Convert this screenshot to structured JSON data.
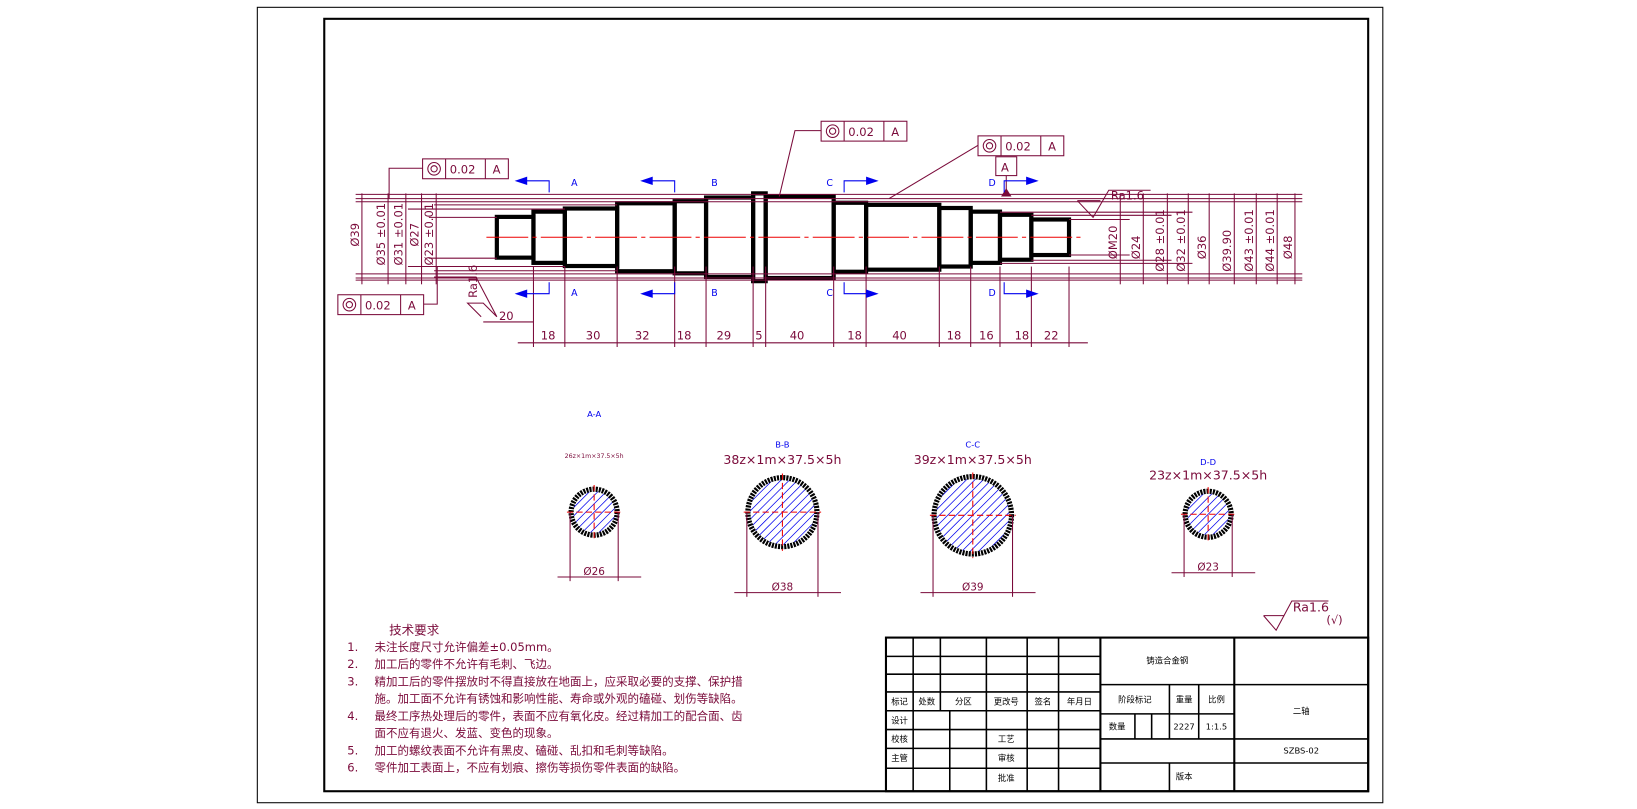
{
  "drawing": {
    "fcf": [
      {
        "symbol": "concentricity-icon",
        "tolerance": "0.02",
        "datum": "A"
      },
      {
        "symbol": "concentricity-icon",
        "tolerance": "0.02",
        "datum": "A"
      },
      {
        "symbol": "concentricity-icon",
        "tolerance": "0.02",
        "datum": "A"
      },
      {
        "symbol": "concentricity-icon",
        "tolerance": "0.02",
        "datum": "A"
      }
    ],
    "datum_label": "A",
    "section_marks": [
      "A",
      "B",
      "C",
      "D"
    ],
    "length_dims": [
      "18",
      "30",
      "32",
      "18",
      "29",
      "5",
      "40",
      "18",
      "40",
      "18",
      "16",
      "18",
      "22"
    ],
    "left_dims": [
      "Ø39",
      "Ø35 ±0.01",
      "Ø31 ±0.01",
      "Ø27",
      "Ø23 ±0.01"
    ],
    "right_dims": [
      "ØM20",
      "Ø24",
      "Ø28 ±0.01",
      "Ø32 ±0.01",
      "Ø36",
      "Ø39.90",
      "Ø43 ±0.01",
      "Ø44 ±0.01",
      "Ø48"
    ],
    "roughness_left": "Ra1.6",
    "roughness_left_dim": "20",
    "roughness_right": "Ra1.6",
    "general_roughness": "Ra1.6",
    "general_roughness_note": "(√)",
    "sections": [
      {
        "title": "A-A",
        "spec": "26z×1m×37.5×5h",
        "dia": "Ø26"
      },
      {
        "title": "B-B",
        "spec": "38z×1m×37.5×5h",
        "dia": "Ø38"
      },
      {
        "title": "C-C",
        "spec": "39z×1m×37.5×5h",
        "dia": "Ø39"
      },
      {
        "title": "D-D",
        "spec": "23z×1m×37.5×5h",
        "dia": "Ø23"
      }
    ]
  },
  "requirements": {
    "title": "技术要求",
    "lines": [
      {
        "num": "1.",
        "text": "未注长度尺寸允许偏差±0.05mm。"
      },
      {
        "num": "2.",
        "text": "加工后的零件不允许有毛刺、飞边。"
      },
      {
        "num": "3.",
        "text": "精加工后的零件摆放时不得直接放在地面上，应采取必要的支撑、保护措"
      },
      {
        "num": "",
        "text": "施。加工面不允许有锈蚀和影响性能、寿命或外观的磕碰、划伤等缺陷。"
      },
      {
        "num": "4.",
        "text": "最终工序热处理后的零件，表面不应有氧化皮。经过精加工的配合面、齿"
      },
      {
        "num": "",
        "text": "面不应有退火、发蓝、变色的现象。"
      },
      {
        "num": "5.",
        "text": "加工的螺纹表面不允许有黑皮、磕碰、乱扣和毛刺等缺陷。"
      },
      {
        "num": "6.",
        "text": "零件加工表面上，不应有划痕、擦伤等损伤零件表面的缺陷。"
      }
    ]
  },
  "title_block": {
    "headers": [
      "标记",
      "处数",
      "分区",
      "更改号",
      "签名",
      "年月日"
    ],
    "design": "设计",
    "check": "校核",
    "supervisor": "主管",
    "process": "工艺",
    "review": "审核",
    "approve": "批准",
    "material": "铸造合金钢",
    "stage_mark": "阶段标记",
    "weight": "重量",
    "scale": "比例",
    "quantity": "数量",
    "weight_value": "2227",
    "scale_value": "1:1.5",
    "part_name": "二轴",
    "drawing_no": "SZBS-02",
    "version": "版本"
  },
  "colors": {
    "line": "#7a0a3a",
    "section": "#0000ee",
    "center": "#ee0000"
  }
}
